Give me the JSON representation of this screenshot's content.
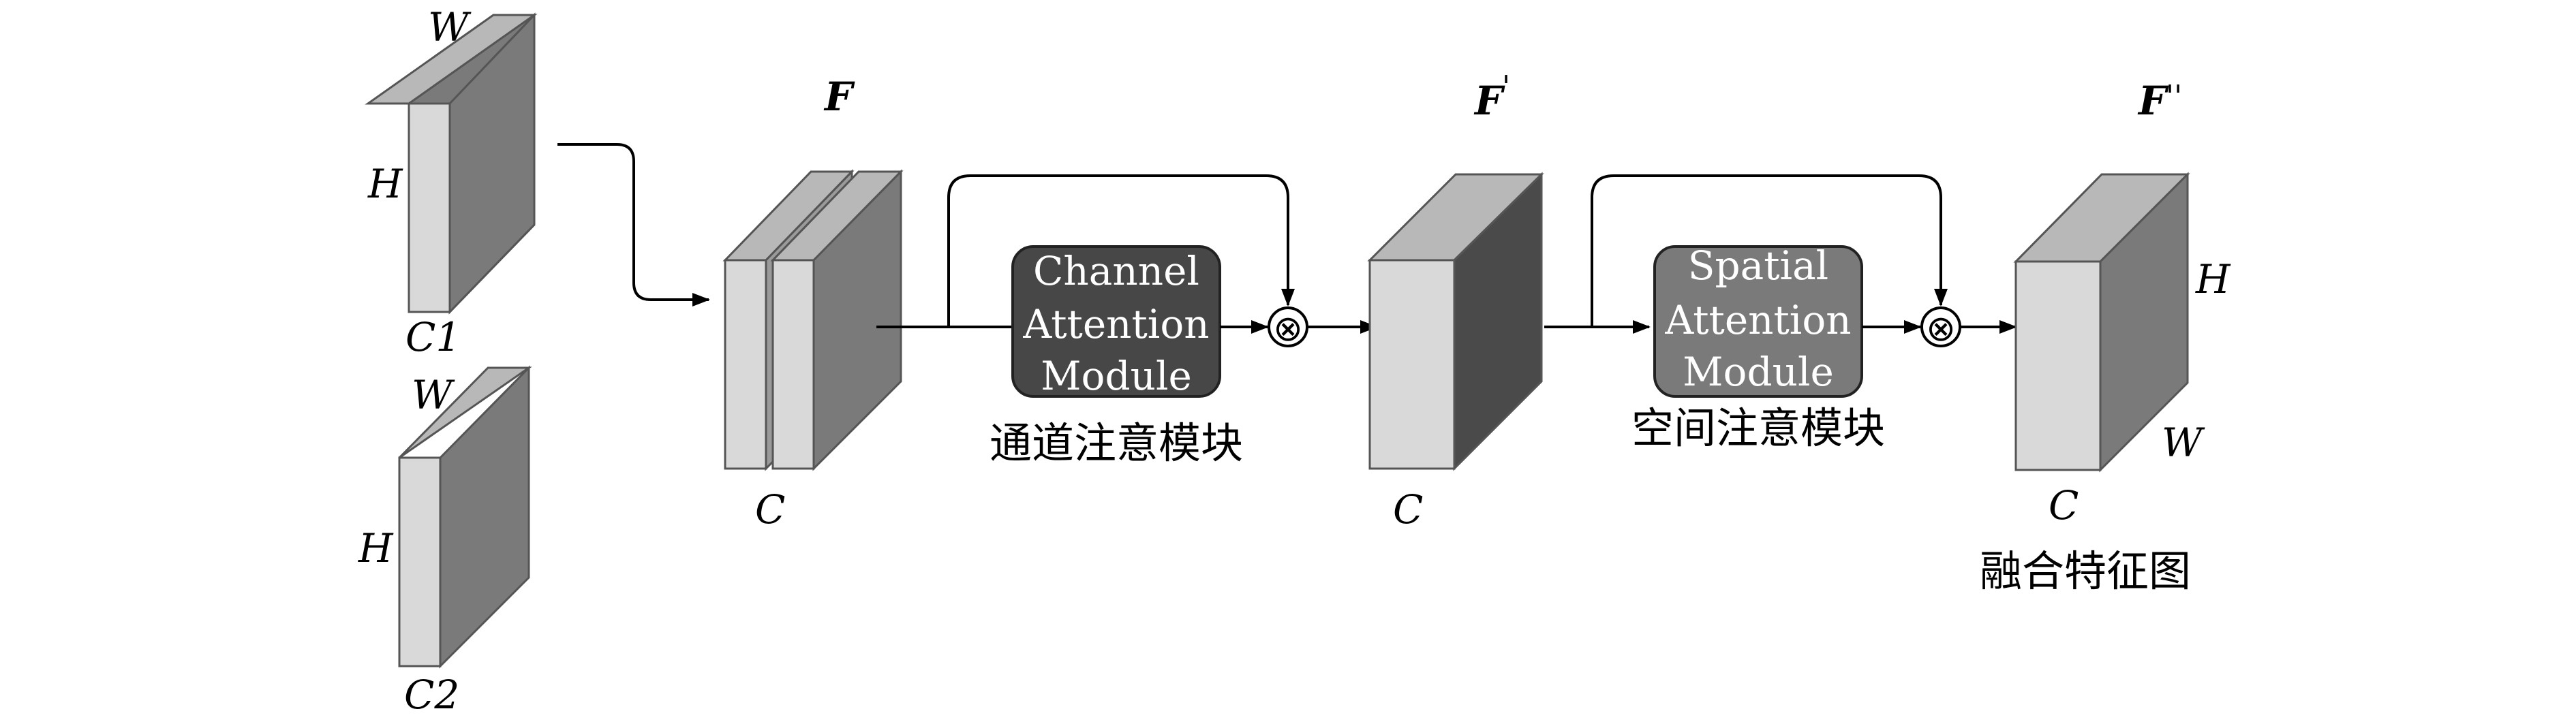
{
  "inputs": [
    {
      "dim_w": "W",
      "dim_h": "H",
      "dim_c": "C1"
    },
    {
      "dim_w": "W",
      "dim_h": "H",
      "dim_c": "C2"
    }
  ],
  "concat": {
    "title": "F",
    "dim_c": "C"
  },
  "channel_attention": {
    "lines": [
      "Channel",
      "Attention",
      "Module"
    ],
    "caption": "通道注意模块",
    "color": "#474747"
  },
  "intermediate": {
    "title": "F",
    "prime": "'",
    "dim_c": "C"
  },
  "spatial_attention": {
    "lines": [
      "Spatial",
      "Attention",
      "Module"
    ],
    "caption": "空间注意模块",
    "color": "#7a7a7a"
  },
  "output": {
    "title": "F",
    "prime": "''",
    "dim_h": "H",
    "dim_w": "W",
    "dim_c": "C",
    "caption": "融合特征图"
  },
  "operators": [
    "⊗",
    "⊗"
  ],
  "colors": {
    "face_light": "#d9d9d9",
    "side_mid": "#7a7a7a",
    "side_dark": "#4a4a4a"
  }
}
